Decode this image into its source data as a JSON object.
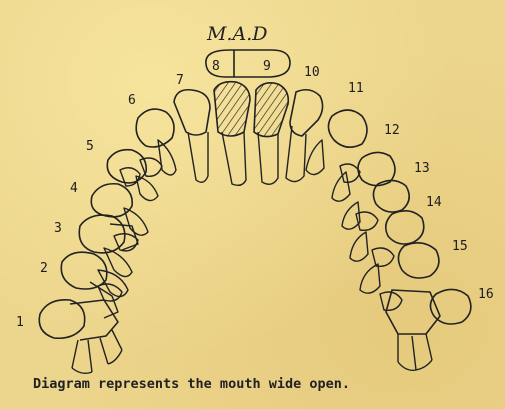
{
  "handwritten_label": "M.A.D",
  "caption": "Diagram represents the mouth wide open.",
  "teeth": [
    {
      "number": "1"
    },
    {
      "number": "2"
    },
    {
      "number": "3"
    },
    {
      "number": "4"
    },
    {
      "number": "5"
    },
    {
      "number": "6"
    },
    {
      "number": "7"
    },
    {
      "number": "8"
    },
    {
      "number": "9"
    },
    {
      "number": "10"
    },
    {
      "number": "11"
    },
    {
      "number": "12"
    },
    {
      "number": "13"
    },
    {
      "number": "14"
    },
    {
      "number": "15"
    },
    {
      "number": "16"
    }
  ],
  "circled_teeth": [
    "8",
    "9"
  ],
  "colors": {
    "paper": "#ecd58c",
    "ink": "#222222"
  }
}
